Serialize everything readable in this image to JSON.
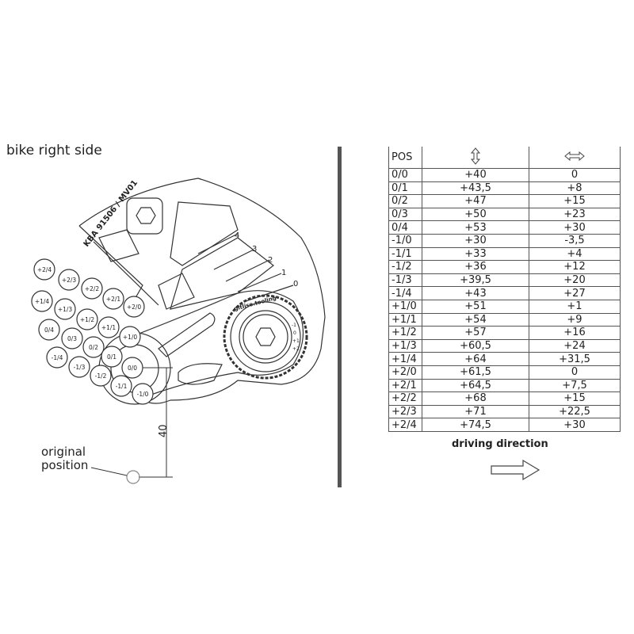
{
  "title": "bike right side",
  "original_position_label": [
    "original",
    "position"
  ],
  "dimension_label": "40",
  "part_marking": "KBA 91506 / MV01",
  "brand": "gitlise.tooling",
  "scale_marks": [
    "4",
    "3",
    "2",
    "1",
    "0"
  ],
  "dial_marks": [
    "-1",
    "0",
    "+1",
    "+2"
  ],
  "positions": [
    "+2/4",
    "+2/3",
    "+2/2",
    "+2/1",
    "+2/0",
    "+1/4",
    "+1/3",
    "+1/2",
    "+1/1",
    "+1/0",
    "0/4",
    "0/3",
    "0/2",
    "0/1",
    "0/0",
    "-1/4",
    "-1/3",
    "-1/2",
    "-1/1",
    "-1/0"
  ],
  "table": {
    "headers": {
      "pos": "POS",
      "vertical_icon": "vertical-arrow",
      "horizontal_icon": "horizontal-arrow"
    },
    "rows": [
      [
        "0/0",
        "+40",
        "0"
      ],
      [
        "0/1",
        "+43,5",
        "+8"
      ],
      [
        "0/2",
        "+47",
        "+15"
      ],
      [
        "0/3",
        "+50",
        "+23"
      ],
      [
        "0/4",
        "+53",
        "+30"
      ],
      [
        "-1/0",
        "+30",
        "-3,5"
      ],
      [
        "-1/1",
        "+33",
        "+4"
      ],
      [
        "-1/2",
        "+36",
        "+12"
      ],
      [
        "-1/3",
        "+39,5",
        "+20"
      ],
      [
        "-1/4",
        "+43",
        "+27"
      ],
      [
        "+1/0",
        "+51",
        "+1"
      ],
      [
        "+1/1",
        "+54",
        "+9"
      ],
      [
        "+1/2",
        "+57",
        "+16"
      ],
      [
        "+1/3",
        "+60,5",
        "+24"
      ],
      [
        "+1/4",
        "+64",
        "+31,5"
      ],
      [
        "+2/0",
        "+61,5",
        "0"
      ],
      [
        "+2/1",
        "+64,5",
        "+7,5"
      ],
      [
        "+2/2",
        "+68",
        "+15"
      ],
      [
        "+2/3",
        "+71",
        "+22,5"
      ],
      [
        "+2/4",
        "+74,5",
        "+30"
      ]
    ]
  },
  "driving_direction": "driving direction"
}
